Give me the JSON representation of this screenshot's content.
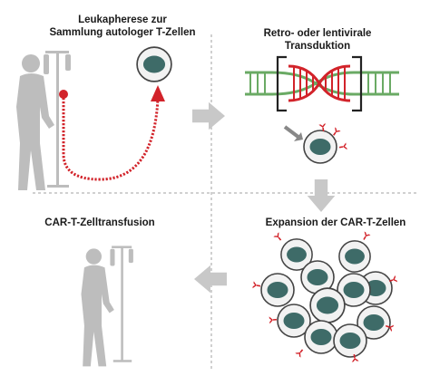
{
  "steps": {
    "leukapheresis": {
      "line1": "Leukapherese zur",
      "line2": "Sammlung autologer T-Zellen"
    },
    "transduction": {
      "line1": "Retro- oder lentivirale",
      "line2": "Transduktion"
    },
    "transfusion": {
      "line1": "CAR-T-Zelltransfusion"
    },
    "expansion": {
      "line1": "Expansion der CAR-T-Zellen"
    }
  },
  "colors": {
    "dna_green": "#6aaa64",
    "car_red": "#d2232a",
    "cell_nucleus": "#3e6b68",
    "cell_ring": "#f2f2f2",
    "figure_gray": "#bdbdbd",
    "arrow_gray": "#c8c8c8",
    "divider": "#a0a0a0"
  },
  "icons": [
    "patient-figure",
    "iv-pole",
    "t-cell",
    "car-t-cell",
    "dna-double-helix",
    "process-arrow",
    "apheresis-tube"
  ]
}
